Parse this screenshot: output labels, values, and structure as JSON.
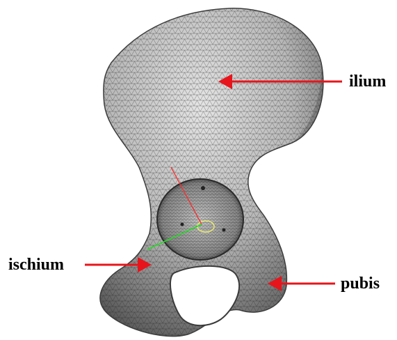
{
  "labels": {
    "ilium": "ilium",
    "ischium": "ischium",
    "pubis": "pubis"
  },
  "colors": {
    "arrow": "#e8141b",
    "bone_light": "#d8d8d8",
    "bone_dark": "#4a4a4a",
    "mesh_line": "#1e1e1e",
    "axis_red": "#ff2a2a",
    "axis_green": "#22dd22",
    "axis_yellow": "#e6e673"
  },
  "icons": {
    "bone": "pelvic-bone-mesh-icon",
    "arrow": "red-arrow-icon"
  }
}
